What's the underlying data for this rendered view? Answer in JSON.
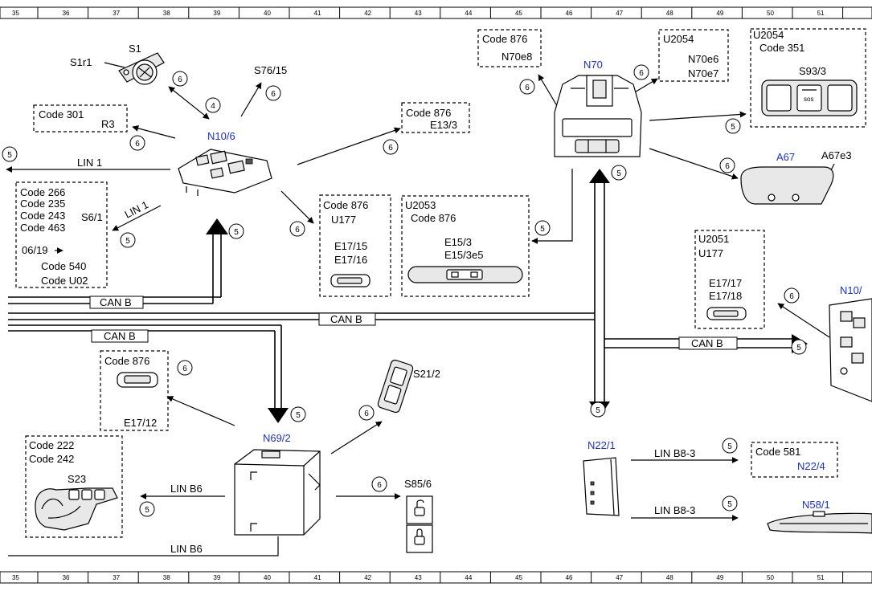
{
  "ruler": [
    "35",
    "36",
    "37",
    "38",
    "39",
    "40",
    "41",
    "42",
    "43",
    "44",
    "45",
    "46",
    "47",
    "48",
    "49",
    "50",
    "51"
  ],
  "boxes": {
    "b301": [
      "Code 301",
      "R3"
    ],
    "b876_e133": [
      "Code 876",
      "E13/3"
    ],
    "b876_n70e8": [
      "Code 876",
      "N70e8"
    ],
    "b2054_n70": [
      "U2054",
      "N70e6",
      "N70e7"
    ],
    "b2054_351": [
      "U2054",
      "Code 351",
      "S93/3"
    ],
    "b266": [
      "Code 266",
      "Code 235",
      "Code 243",
      "Code 463",
      "S6/1",
      "06/19",
      "Code 540",
      "Code U02"
    ],
    "b876_u177": [
      "Code 876",
      "U177",
      "E17/15",
      "E17/16"
    ],
    "b2053": [
      "U2053",
      "Code 876",
      "E15/3",
      "E15/3e5"
    ],
    "b2051": [
      "U2051",
      "U177",
      "E17/17",
      "E17/18"
    ],
    "b876_e1712": [
      "Code 876",
      "E17/12"
    ],
    "b222": [
      "Code 222",
      "Code 242",
      "S23"
    ],
    "b581": [
      "Code 581",
      "N22/4"
    ]
  },
  "components": {
    "s1": "S1",
    "s1r1": "S1r1",
    "s7615": "S76/15",
    "n106": "N10/6",
    "n70": "N70",
    "a67": "A67",
    "a67e3": "A67e3",
    "n10_right": "N10/",
    "n692": "N69/2",
    "s212": "S21/2",
    "s856": "S85/6",
    "n221": "N22/1",
    "n581": "N58/1"
  },
  "bus_labels": {
    "lin1_top": "LIN 1",
    "lin1_diag": "LIN 1",
    "can_b_1": "CAN B",
    "can_b_2": "CAN B",
    "can_b_3": "CAN B",
    "can_b_4": "CAN B",
    "lin_b6_1": "LIN B6",
    "lin_b6_2": "LIN B6",
    "lin_b83_1": "LIN B8-3",
    "lin_b83_2": "LIN B8-3"
  },
  "markers": [
    "6",
    "4",
    "6",
    "6",
    "5",
    "5",
    "6",
    "6",
    "5",
    "6",
    "5",
    "6",
    "6",
    "5",
    "5",
    "5",
    "6",
    "6",
    "5",
    "6",
    "5",
    "5",
    "5",
    "5",
    "6"
  ],
  "colors": {
    "blue_label": "#1a2fd6",
    "line": "#000000"
  }
}
